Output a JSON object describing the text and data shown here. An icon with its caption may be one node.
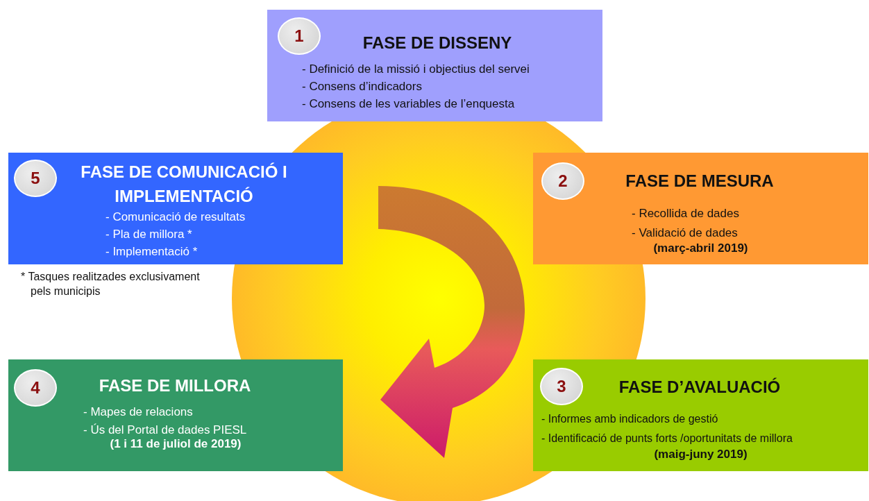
{
  "diagram": {
    "nodes": [
      {
        "text": [
          "FASE DE DISSENY",
          "- Definició de la missió i objectius del servei",
          "- Consens d’indicadors",
          "- Consens de les variables de l’enquesta"
        ]
      },
      {
        "text": [
          "1"
        ],
        "in": 0
      },
      {
        "text": [
          "FASE DE COMUNICACIÓ I IMPLEMENTACIÓ",
          "- Comunicació de resultats",
          "- Pla de millora *",
          "- Implementació *"
        ]
      },
      {
        "text": [
          "5"
        ],
        "in": 2
      },
      {
        "text": [
          "FASE DE MESURA",
          "- Recollida de dades",
          "- Validació de dades",
          "(març-abril 2019)"
        ]
      },
      {
        "text": [
          "2"
        ],
        "in": 4
      },
      {
        "text": [
          "FASE DE MILLORA",
          "- Mapes de relacions",
          "- Ús del Portal de dades PIESL",
          "(1 i 11 de juliol de 2019)"
        ]
      },
      {
        "text": [
          "4"
        ],
        "in": 6
      },
      {
        "text": [
          "FASE D’AVALUACIÓ",
          "- Informes amb indicadors de gestió",
          "- Identificació de punts forts /oportunitats de millora",
          "(maig-juny 2019)"
        ]
      },
      {
        "text": [
          "3"
        ],
        "in": 8
      }
    ],
    "labels": [
      "* Tasques realitzades exclusivament pels municipis"
    ]
  }
}
